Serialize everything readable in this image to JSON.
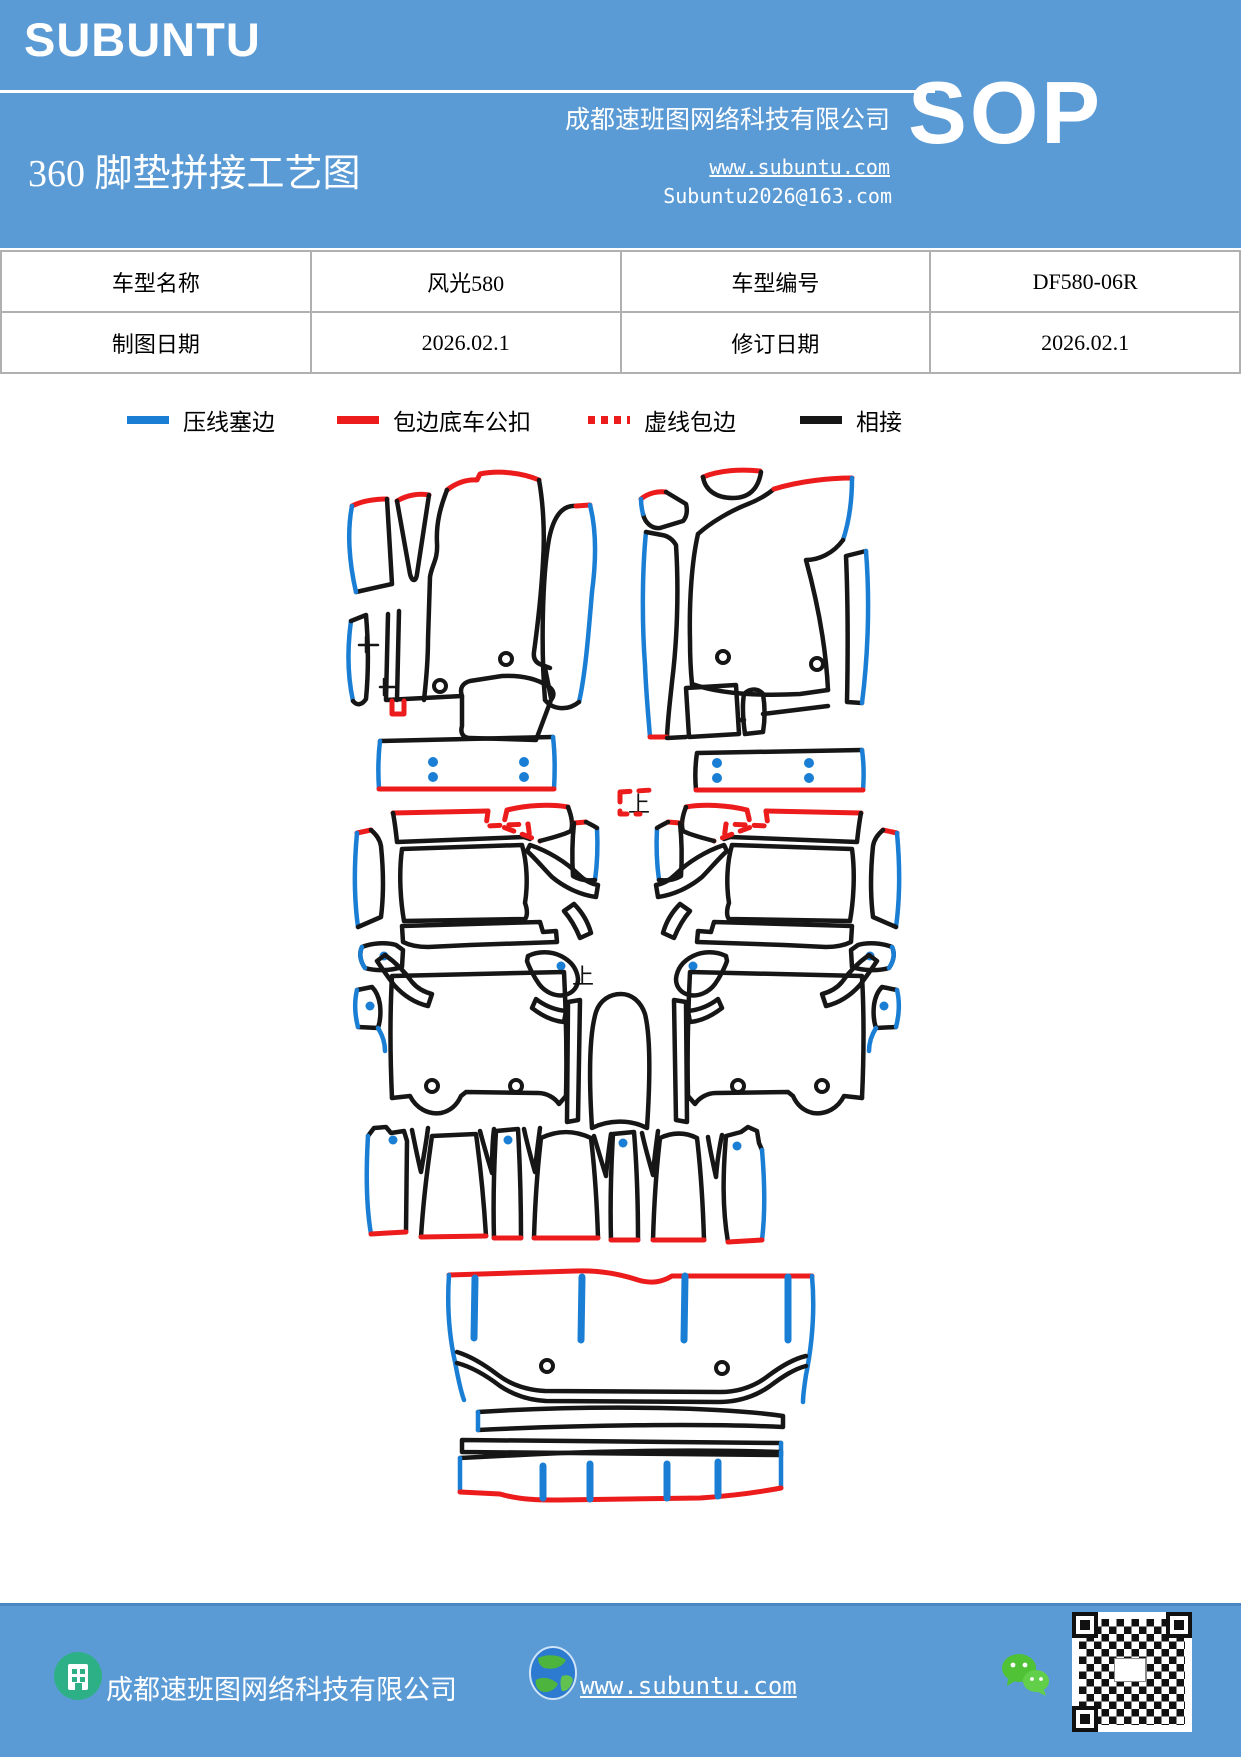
{
  "colors": {
    "header_blue": "#5b9bd5",
    "footer_blue": "#5b9bd5",
    "line_blue": "#1a7fd4",
    "line_red": "#ec1c1c",
    "line_black": "#161616",
    "table_border": "#b0b0b0"
  },
  "header": {
    "logo": "SUBUNTU",
    "title": "360 脚垫拼接工艺图",
    "company": "成都速班图网络科技有限公司",
    "website": "www.subuntu.com",
    "email": "Subuntu2026@163.com",
    "badge": "SOP"
  },
  "info_table": {
    "rows": [
      [
        "车型名称",
        "风光580",
        "车型编号",
        "DF580-06R"
      ],
      [
        "制图日期",
        "2026.02.1",
        "修订日期",
        "2026.02.1"
      ]
    ]
  },
  "legend": {
    "items": [
      {
        "label": "压线塞边",
        "color": "#1a7fd4",
        "style": "solid"
      },
      {
        "label": "包边底车公扣",
        "color": "#ec1c1c",
        "style": "solid"
      },
      {
        "label": "虚线包边",
        "color": "#ec1c1c",
        "style": "dashed"
      },
      {
        "label": "相接",
        "color": "#161616",
        "style": "solid"
      }
    ]
  },
  "diagram": {
    "orientation_mark": "上",
    "subject": "360 floor mat splicing pattern pieces"
  },
  "footer": {
    "company": "成都速班图网络科技有限公司",
    "website": "www.subuntu.com"
  }
}
